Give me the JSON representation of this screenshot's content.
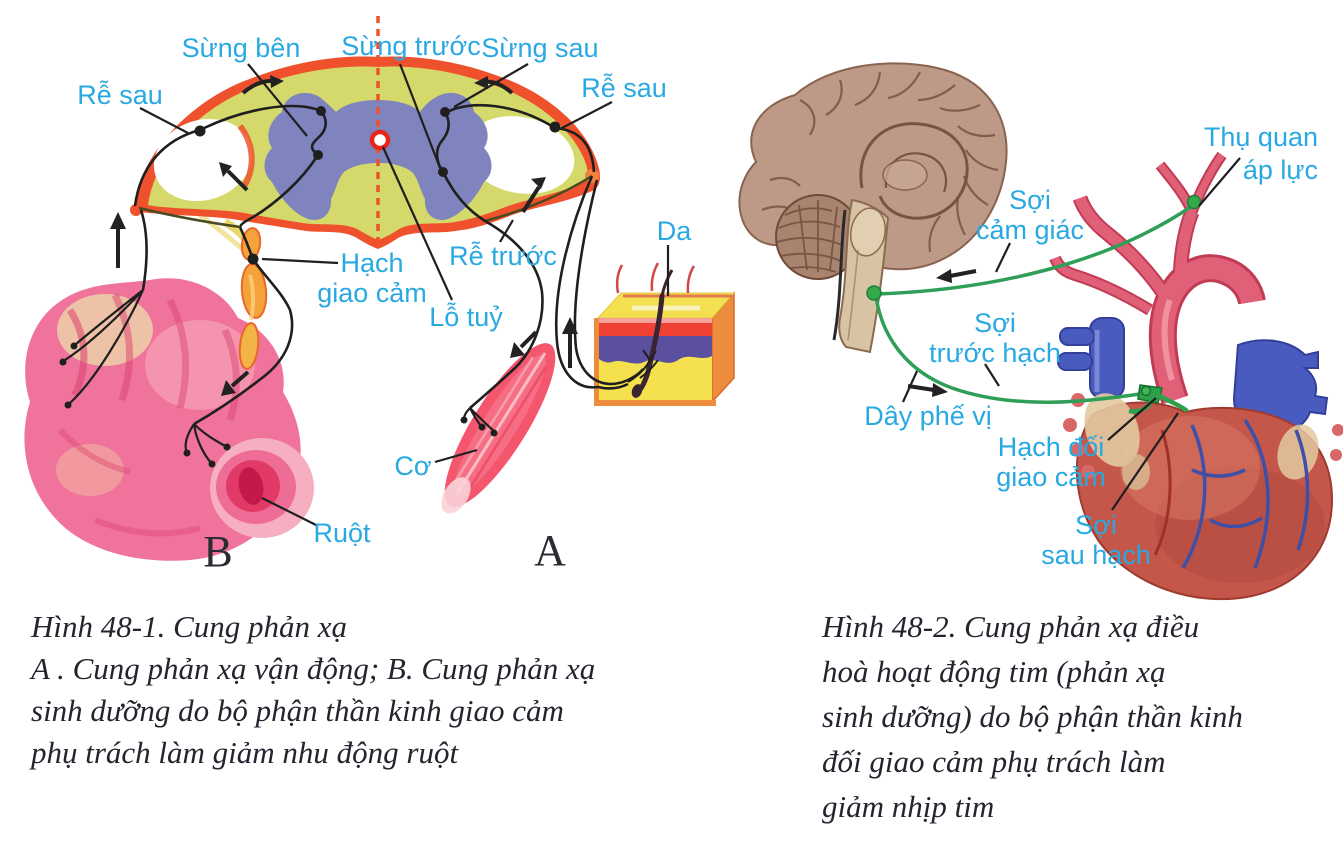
{
  "figure1": {
    "labels": {
      "sung_ben": "Sừng bên",
      "sung_truoc": "Sừng trước",
      "sung_sau": "Sừng sau",
      "re_sau_left": "Rễ sau",
      "re_sau_right": "Rễ sau",
      "da": "Da",
      "re_truoc": "Rễ trước",
      "hach_giao_cam_line1": "Hạch",
      "hach_giao_cam_line2": "giao cảm",
      "lo_tuy": "Lỗ tuỷ",
      "co": "Cơ",
      "ruot": "Ruột",
      "letter_b": "B",
      "letter_a": "A"
    },
    "caption": {
      "line1": "Hình 48-1. Cung phản xạ",
      "line2": "A . Cung phản xạ vận động; B. Cung phản xạ",
      "line3": "sinh dưỡng do bộ phận  thần kinh giao cảm",
      "line4": "phụ trách làm giảm nhu động ruột"
    }
  },
  "figure2": {
    "labels": {
      "thu_quan_line1": "Thụ quan",
      "thu_quan_line2": "áp lực",
      "soi_cam_giac_line1": "Sợi",
      "soi_cam_giac_line2": "cảm giác",
      "soi_truoc_hach_line1": "Sợi",
      "soi_truoc_hach_line2": "trước hạch",
      "day_phe_vi": "Dây phế vị",
      "hach_doi_line1": "Hạch đối",
      "hach_doi_line2": "giao cảm",
      "soi_sau_hach_line1": "Sợi",
      "soi_sau_hach_line2": "sau hạch"
    },
    "caption": {
      "line1": "Hình 48-2. Cung phản xạ điều",
      "line2": "hoà hoạt động tim (phản xạ",
      "line3": "sinh dưỡng) do bộ phận thần kinh",
      "line4": "đối giao cảm phụ trách làm",
      "line5": "giảm nhịp tim"
    }
  },
  "colors": {
    "label_cyan": "#29A9E1",
    "caption_text": "#23242E",
    "spinal_white_matter_yellow": "#D5D96B",
    "spinal_border_orange": "#F0512D",
    "gray_matter_purple": "#7F84BF",
    "central_canal_red": "#E8271B",
    "sympathetic_chain_orange": "#F6A23B",
    "nerve_black": "#1F1F1F",
    "parasympathetic_green": "#2F9E57",
    "skin_yellow": "#F5E04E",
    "skin_dermis_purple": "#5B4FA0",
    "skin_red_layer": "#F04135",
    "intestine_pink": "#F0739C",
    "muscle_pink": "#F4566E",
    "brain_tan": "#BD9A88",
    "heart_red": "#C4564A",
    "vessel_red": "#E06078",
    "vessel_blue": "#4A5BC0"
  }
}
